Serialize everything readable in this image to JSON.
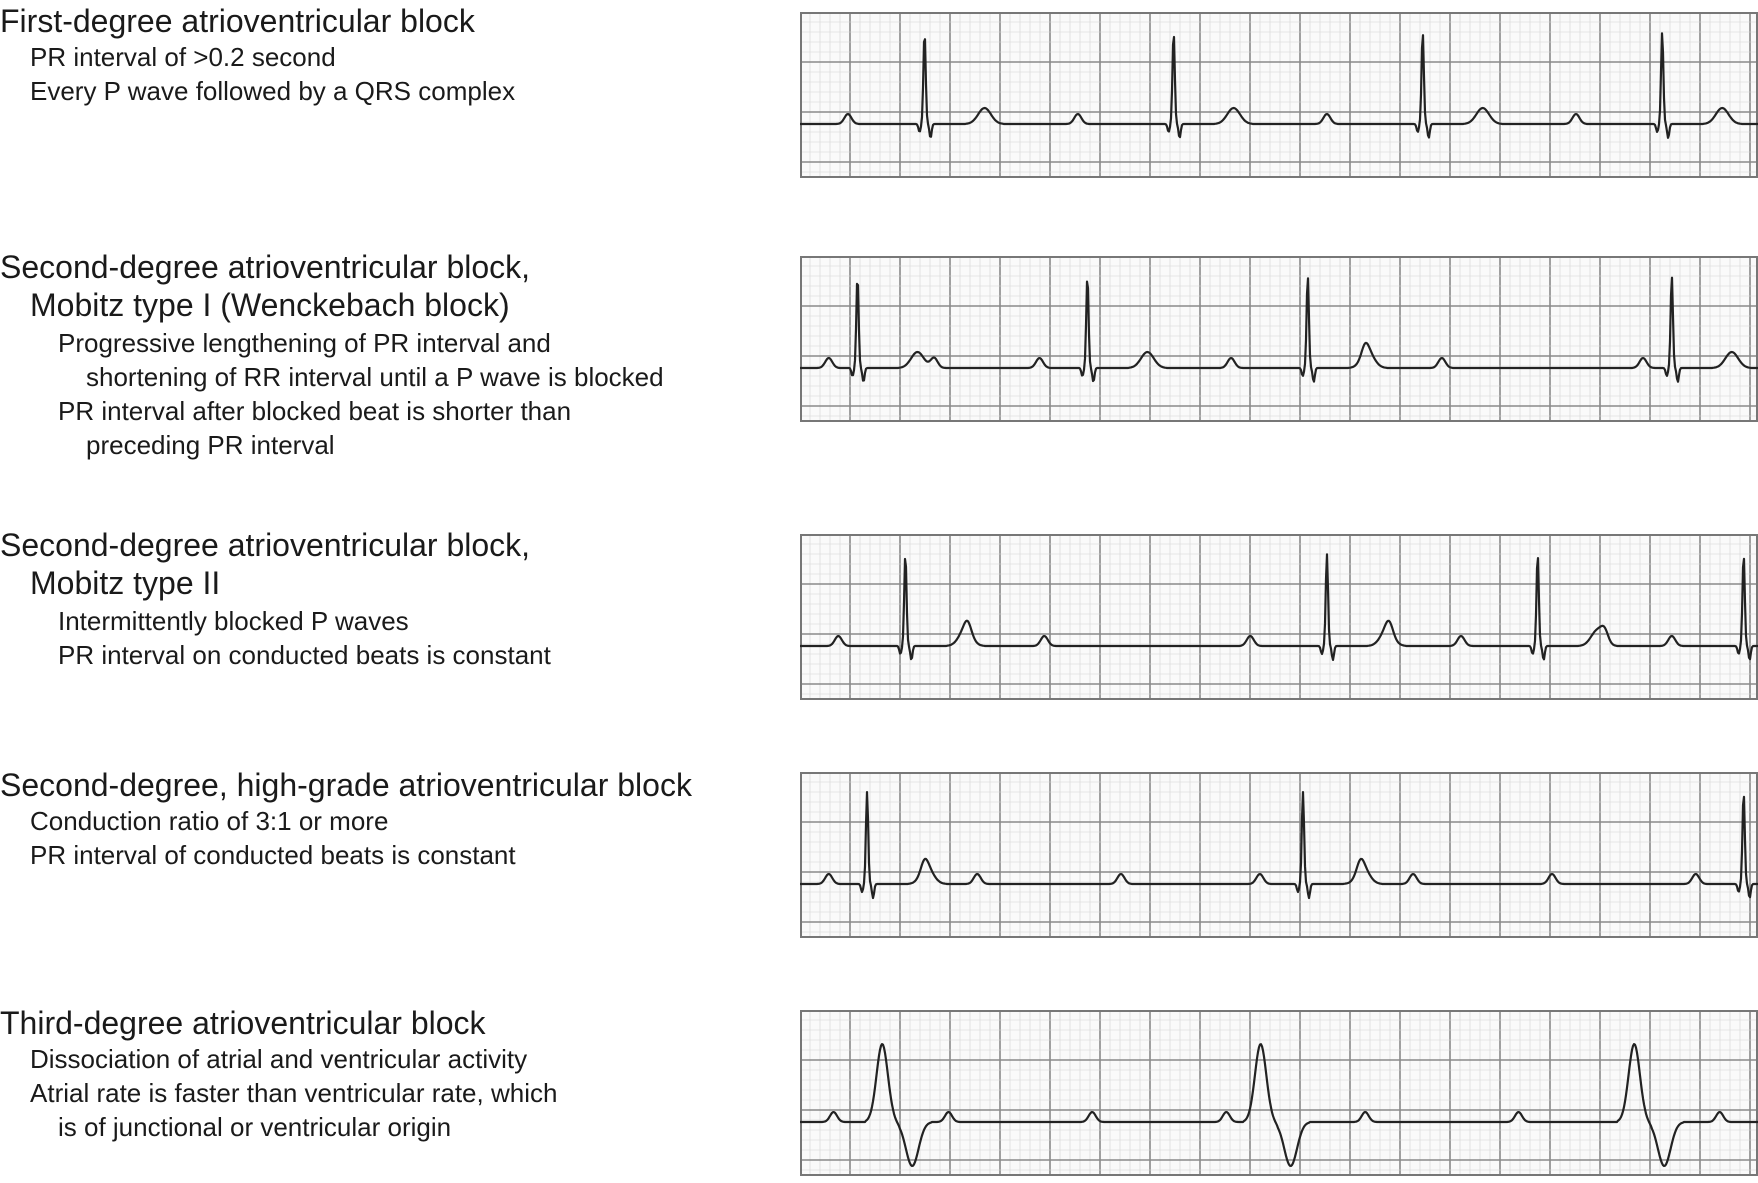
{
  "panels": [
    {
      "title": "First-degree atrioventricular block",
      "lines": [
        "PR interval of >0.2 second",
        "Every P wave followed by a QRS complex"
      ]
    },
    {
      "title": "Second-degree atrioventricular block,",
      "subtitle": "Mobitz type I (Wenckebach block)",
      "lines": [
        "Progressive lengthening of PR interval and",
        "shortening of RR interval until a P wave is blocked",
        "PR interval after blocked beat is shorter than",
        "preceding PR interval"
      ]
    },
    {
      "title": "Second-degree atrioventricular block,",
      "subtitle": "Mobitz type II",
      "lines": [
        "Intermittently blocked P waves",
        "PR interval on conducted beats is constant"
      ]
    },
    {
      "title": "Second-degree, high-grade atrioventricular block",
      "lines": [
        "Conduction ratio of 3:1 or more",
        "PR interval of conducted beats is constant"
      ]
    },
    {
      "title": "Third-degree atrioventricular block",
      "lines": [
        "Dissociation of atrial and ventricular activity",
        "Atrial rate is faster than ventricular rate, which",
        "is of junctional or ventricular origin"
      ]
    }
  ],
  "strips": [
    {
      "pattern": "first-degree",
      "qrs": [
        0.13,
        0.39,
        0.65,
        0.9
      ],
      "p": [
        0.05,
        0.29,
        0.55,
        0.81
      ]
    },
    {
      "pattern": "wenckebach",
      "qrs": [
        0.06,
        0.3,
        0.53,
        0.91
      ],
      "p": [
        0.03,
        0.14,
        0.25,
        0.45,
        0.59,
        0.67,
        0.88
      ]
    },
    {
      "pattern": "mobitz-2",
      "qrs": [
        0.11,
        0.55,
        0.77,
        0.985
      ],
      "p": [
        0.04,
        0.175,
        0.255,
        0.47,
        0.615,
        0.69,
        0.84,
        0.91
      ]
    },
    {
      "pattern": "high-grade",
      "qrs": [
        0.07,
        0.525,
        0.985
      ],
      "p": [
        0.03,
        0.13,
        0.185,
        0.335,
        0.48,
        0.585,
        0.64,
        0.785,
        0.935
      ]
    },
    {
      "pattern": "complete-block",
      "qrs": [
        0.09,
        0.485,
        0.875
      ],
      "p": [
        0.035,
        0.155,
        0.305,
        0.445,
        0.59,
        0.75,
        0.96
      ]
    }
  ]
}
